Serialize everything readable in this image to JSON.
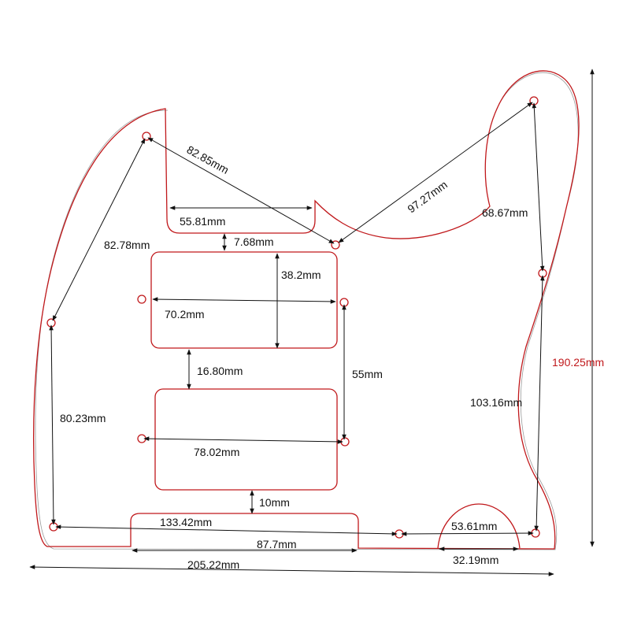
{
  "dimensions": {
    "horn_diagonal": "82.85mm",
    "neck_pocket_width": "55.81mm",
    "neck_pocket_gap": "7.68mm",
    "upper_right_diagonal": "97.27mm",
    "right_upper_edge": "68.67mm",
    "left_upper_edge": "82.78mm",
    "neck_pickup_height": "38.2mm",
    "neck_pickup_width": "70.2mm",
    "pickup_spacing": "16.80mm",
    "screw_vertical": "55mm",
    "total_height": "190.25mm",
    "left_lower_edge": "80.23mm",
    "right_lower_edge": "103.16mm",
    "bridge_pickup_width": "78.02mm",
    "bridge_gap": "10mm",
    "bottom_screw_span": "133.42mm",
    "lower_right_span": "53.61mm",
    "control_cut_width": "87.7mm",
    "jack_cut_width": "32.19mm",
    "total_width": "205.22mm"
  },
  "colors": {
    "outline": "#c0181b",
    "dimension_line": "#111111",
    "total_height_label": "#c0181b"
  }
}
